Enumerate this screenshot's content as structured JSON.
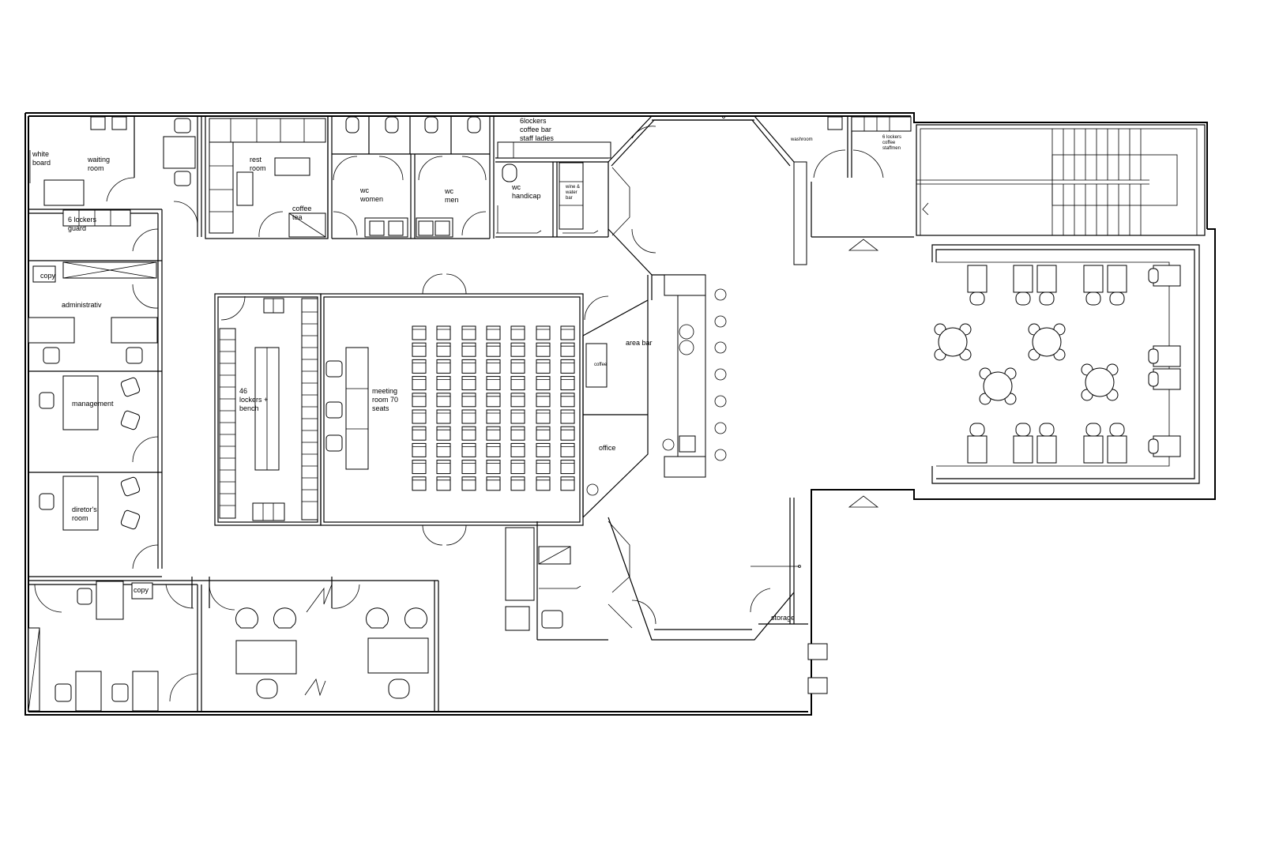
{
  "rooms": {
    "white_board": [
      "white",
      "board"
    ],
    "waiting_room": [
      "waiting",
      "room"
    ],
    "rest_room": [
      "rest",
      "room"
    ],
    "coffee_tea": [
      "coffee",
      "tea"
    ],
    "wc_women": [
      "wc",
      "women"
    ],
    "wc_men": [
      "wc",
      "men"
    ],
    "wc_handicap": [
      "wc",
      "handicap"
    ],
    "staff_ladies": [
      "6lockers",
      "coffee bar",
      "staff ladies"
    ],
    "washroom": "washroom",
    "staff_men": [
      "6 lockers",
      "coffee",
      "staffmen"
    ],
    "lockers_guard": [
      "6 lockers",
      "guard"
    ],
    "copy_top": "copy",
    "administrativ": "administrativ",
    "management": "management",
    "directors_room": [
      "diretor's",
      "room"
    ],
    "copy_bottom": "copy",
    "lockers_bench": [
      "46",
      "lockers +",
      "bench"
    ],
    "meeting_room": [
      "meeting",
      "room  70",
      "seats"
    ],
    "area_bar": "area bar",
    "coffee_counter": "coffee",
    "office": "office",
    "storage": "storage",
    "wine_water_bar": [
      "wine &",
      "water",
      "bar"
    ]
  }
}
